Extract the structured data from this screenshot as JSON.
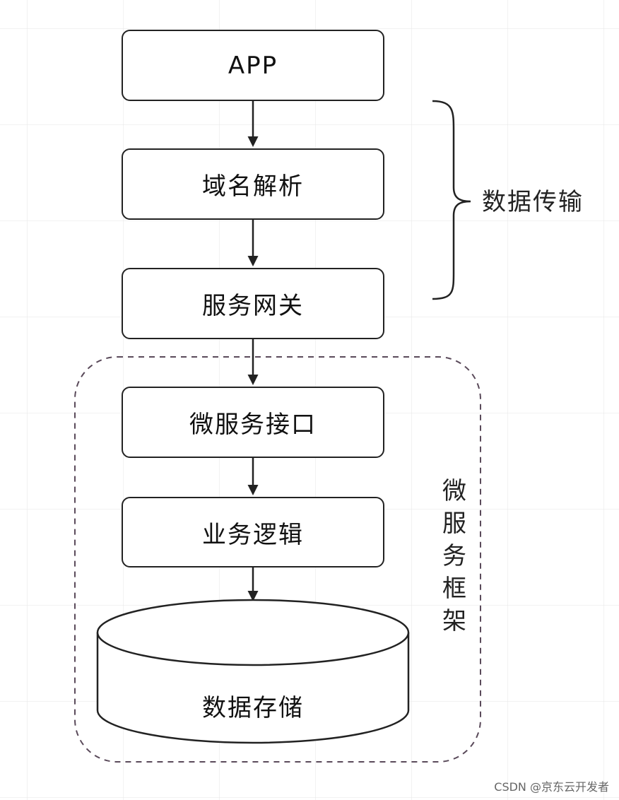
{
  "diagram": {
    "nodes": {
      "app": "APP",
      "dns": "域名解析",
      "gateway": "服务网关",
      "micro_interface": "微服务接口",
      "business_logic": "业务逻辑",
      "storage": "数据存储"
    },
    "groups": {
      "transport": "数据传输",
      "framework": "微服务框架"
    },
    "watermark": "CSDN @京东云开发者"
  },
  "colors": {
    "stroke": "#222222",
    "grid": "#e6e6e6",
    "dashed": "#5a4a5a"
  }
}
